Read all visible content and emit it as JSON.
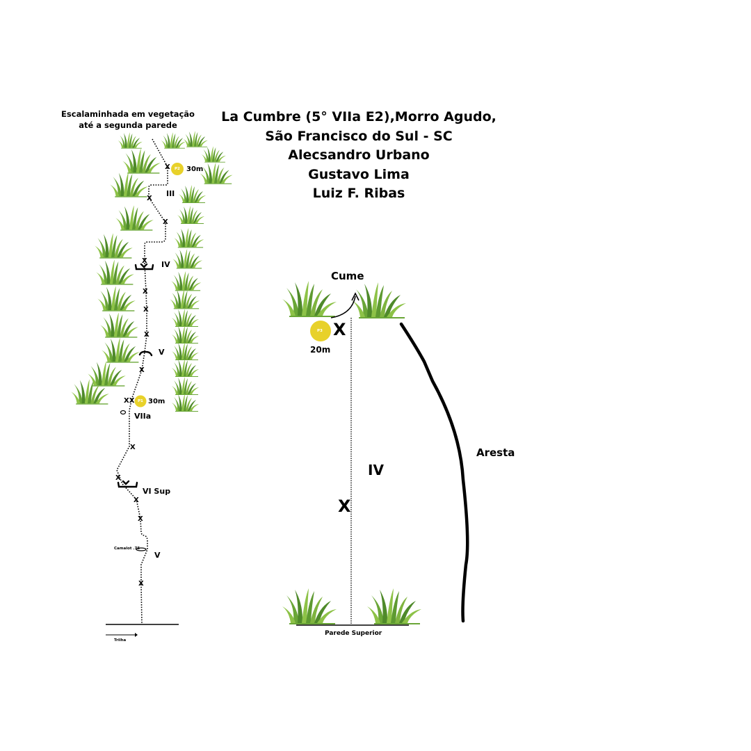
{
  "title": {
    "lines": [
      "La Cumbre (5° VIIa E2),Morro Agudo,",
      "São Francisco do Sul - SC",
      "Alecsandro Urbano",
      "Gustavo Lima",
      "Luiz F. Ribas"
    ]
  },
  "approach_note": {
    "lines": [
      "Escalaminhada em vegetação",
      "até a segunda parede"
    ]
  },
  "topo_left": {
    "bolt_mark": "X",
    "double_bolt_mark": "XX",
    "grades": {
      "third": "III",
      "fourth": "IV",
      "fifth_upper": "V",
      "seventh_a": "VIIa",
      "sixth_sup": "VI Sup",
      "fifth_lower": "V"
    },
    "belays": {
      "p2": {
        "badge": "P2",
        "length": "30m"
      },
      "p1": {
        "badge": "P1",
        "length": "30m"
      }
    },
    "camalot": "Camalot .75",
    "trail": "Trilha"
  },
  "topo_right": {
    "summit": "Cume",
    "grade": "IV",
    "bolt_mark": "X",
    "belay": {
      "badge": "P3",
      "length": "20m"
    },
    "arete": "Aresta",
    "base": "Parede Superior"
  },
  "colors": {
    "belay_badge": "#e8d12a",
    "grass_dark": "#4f8a2a",
    "grass_light": "#8dc247",
    "line": "#000000"
  }
}
